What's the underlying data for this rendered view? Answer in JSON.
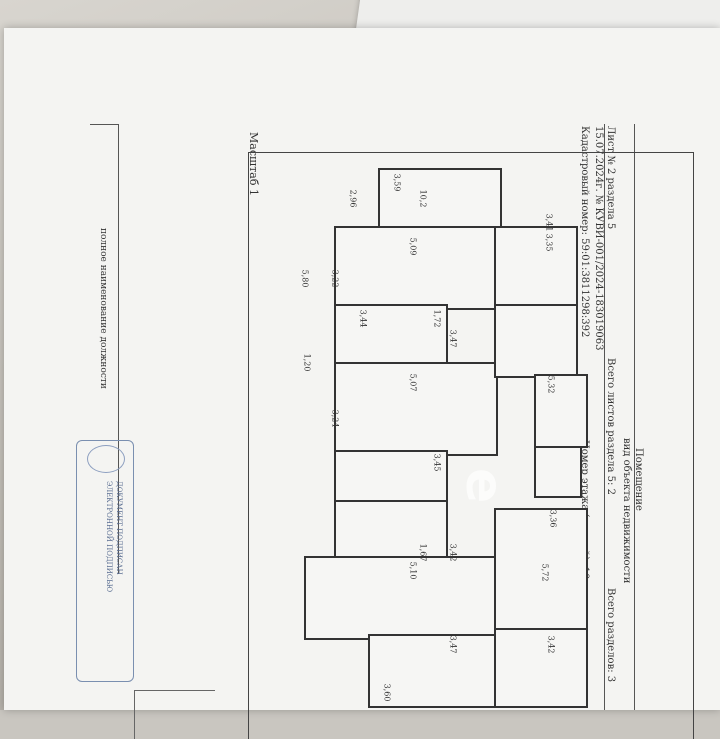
{
  "header": {
    "sheet_line": "Лист № 2 раздела 5",
    "date_reg": "15.07.2024г. № КУВИ-001/2024-183019063",
    "cadastral": "Кадастровый номер: 59:01:3811298:392",
    "total_sheets_section": "Всего листов раздела 5: 2",
    "total_sections": "Всего разделов: 3",
    "premises": "Помещение",
    "object_type": "вид объекта недвижимости",
    "floor_number": "Номер этажа (этажей): 10"
  },
  "plan": {
    "scale": "Масштаб 1"
  },
  "signature": {
    "position_caption": "полное наименование должности"
  },
  "stamp": {
    "title": "ДОКУМЕНТ ПОДПИСАН",
    "subtitle": "ЭЛЕКТРОННОЙ ПОДПИСЬЮ"
  },
  "measurements": [
    {
      "text": "3,59"
    },
    {
      "text": "2,96"
    },
    {
      "text": "10,2"
    },
    {
      "text": "5,09"
    },
    {
      "text": "3,22"
    },
    {
      "text": "5,80"
    },
    {
      "text": "3,44"
    },
    {
      "text": "1,72"
    },
    {
      "text": "3,47"
    },
    {
      "text": "1,20"
    },
    {
      "text": "5,07"
    },
    {
      "text": "3,24"
    },
    {
      "text": "5,32"
    },
    {
      "text": "3,41"
    },
    {
      "text": "3,35"
    },
    {
      "text": "3,45"
    },
    {
      "text": "3,36"
    },
    {
      "text": "5,10"
    },
    {
      "text": "3,42"
    },
    {
      "text": "1,67"
    },
    {
      "text": "3,47"
    },
    {
      "text": "3,42"
    },
    {
      "text": "3,60"
    },
    {
      "text": "5,72"
    }
  ]
}
